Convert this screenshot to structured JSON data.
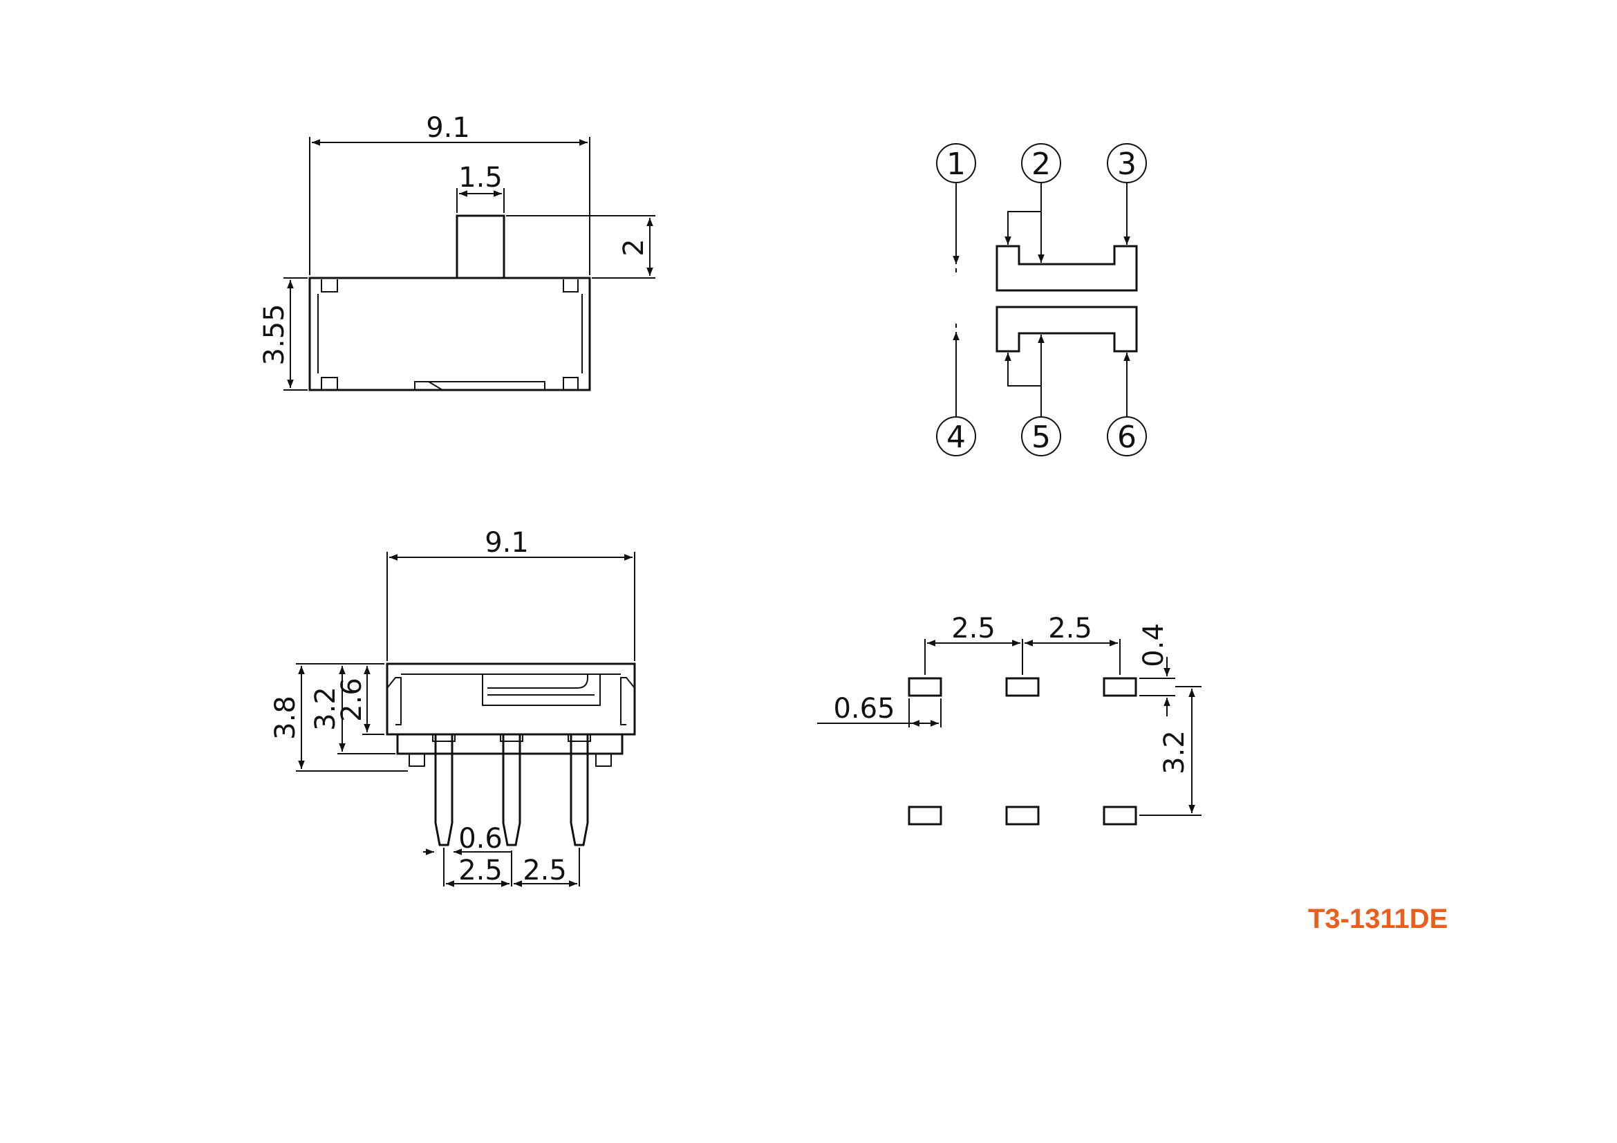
{
  "top_view": {
    "width": "9.1",
    "actuator_width": "1.5",
    "actuator_height": "2",
    "body_height": "3.55"
  },
  "schematic": {
    "pins_top": [
      "1",
      "2",
      "3"
    ],
    "pins_bottom": [
      "4",
      "5",
      "6"
    ]
  },
  "side_view": {
    "width": "9.1",
    "height_total": "3.8",
    "height_mid": "3.2",
    "height_upper": "2.6",
    "pin_width": "0.6",
    "pitch_left": "2.5",
    "pitch_right": "2.5"
  },
  "pcb_layout": {
    "pitch_left": "2.5",
    "pitch_right": "2.5",
    "pad_height": "0.4",
    "pad_width": "0.65",
    "row_spacing": "3.2"
  },
  "part_number": "T3-1311DE",
  "colors": {
    "line": "#111111",
    "part_number": "#e8601c"
  }
}
